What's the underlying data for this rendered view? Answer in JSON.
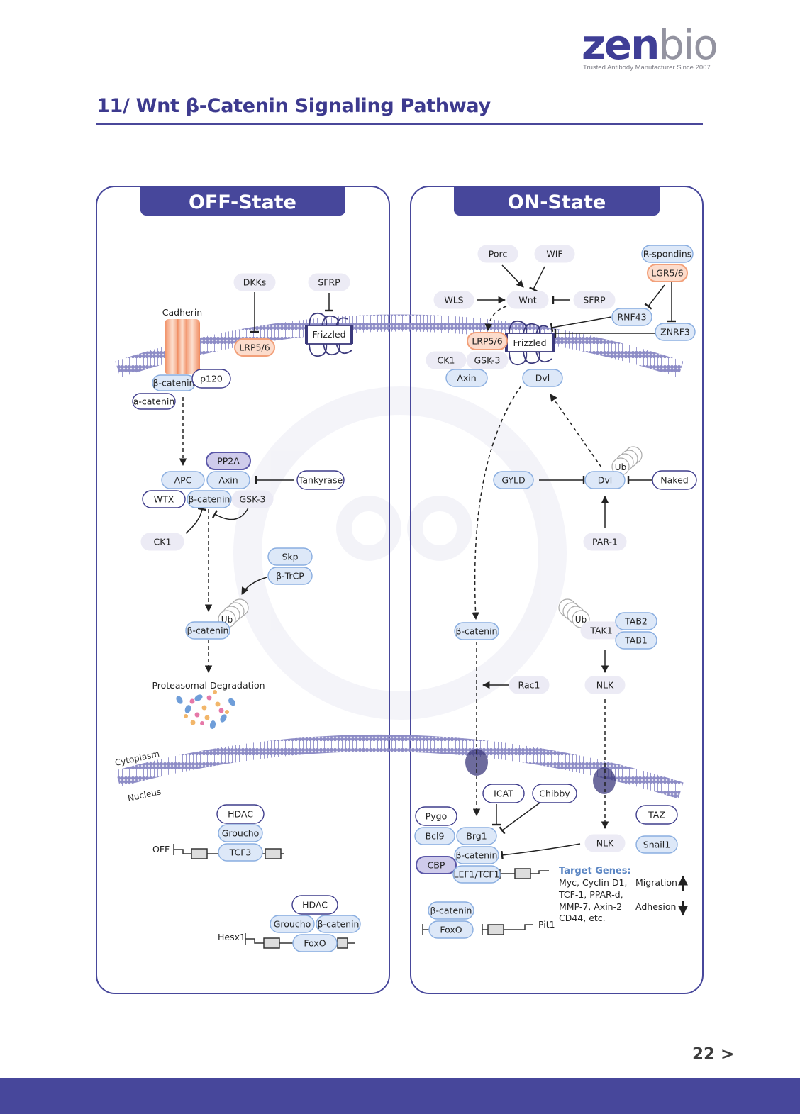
{
  "brand": {
    "name_a": "zen",
    "name_b": "bio",
    "tagline": "Trusted Antibody Manufacturer Since 2007"
  },
  "title": "11/ Wnt β-Catenin Signaling Pathway",
  "page": {
    "number": "22",
    "arrow": ">"
  },
  "colors": {
    "primary": "#47479b",
    "membrane": "#8d8cc6",
    "node_fill": "#dde8f8",
    "node_stroke": "#8aaee0",
    "ghost_fill": "#ecebf5",
    "orange": "#f2a07a"
  },
  "off": {
    "header": "OFF-State",
    "dkks": "DKKs",
    "sfrp": "SFRP",
    "cadherin": "Cadherin",
    "lrp": "LRP5/6",
    "frizzled": "Frizzled",
    "bcat_membrane": "β-catenin",
    "p120": "p120",
    "acatenin": "a-catenin",
    "pp2a": "PP2A",
    "apc": "APC",
    "axin": "Axin",
    "tankyrase": "Tankyrase",
    "wtx": "WTX",
    "bcat_complex": "β-catenin",
    "gsk3": "GSK-3",
    "ck1": "CK1",
    "skp": "Skp",
    "btrcp": "β-TrCP",
    "ub": "Ub",
    "bcat_ub": "β-catenin",
    "proteasome": "Proteasomal Degradation",
    "cytoplasm": "Cytoplasm",
    "nucleus": "Nucleus",
    "hdac1": "HDAC",
    "groucho1": "Groucho",
    "tcf3": "TCF3",
    "off_label": "OFF",
    "hdac2": "HDAC",
    "groucho2": "Groucho",
    "bcat_foxo": "β-catenin",
    "foxo": "FoxO",
    "hesx1": "Hesx1"
  },
  "on": {
    "header": "ON-State",
    "porc": "Porc",
    "wif": "WIF",
    "rspondins": "R-spondins",
    "lgr": "LGR5/6",
    "wls": "WLS",
    "wnt": "Wnt",
    "sfrp": "SFRP",
    "rnf43": "RNF43",
    "znrf3": "ZNRF3",
    "lrp": "LRP5/6",
    "frizzled": "Frizzled",
    "ck1": "CK1",
    "gsk3": "GSK-3",
    "axin": "Axin",
    "dvl_mem": "Dvl",
    "ub": "Ub",
    "gyld": "GYLD",
    "dvl": "Dvl",
    "naked": "Naked",
    "par1": "PAR-1",
    "bcat": "β-catenin",
    "ub2": "Ub",
    "tak1": "TAK1",
    "tab2": "TAB2",
    "tab1": "TAB1",
    "rac1": "Rac1",
    "nlk": "NLK",
    "icat": "ICAT",
    "chibby": "Chibby",
    "pygo": "Pygo",
    "taz": "TAZ",
    "bcl9": "Bcl9",
    "brg1": "Brg1",
    "nlk_nuc": "NLK",
    "snail1": "Snail1",
    "bcat_nuc": "β-catenin",
    "cbp": "CBP",
    "lef": "LEF1/TCF1",
    "target_title": "Target Genes:",
    "target_lines": [
      "Myc, Cyclin D1,",
      "TCF-1, PPAR-d,",
      "MMP-7, Axin-2",
      "CD44, etc."
    ],
    "migration": "Migration",
    "adhesion": "Adhesion",
    "bcat_foxo": "β-catenin",
    "foxo": "FoxO",
    "pit1": "Pit1"
  }
}
